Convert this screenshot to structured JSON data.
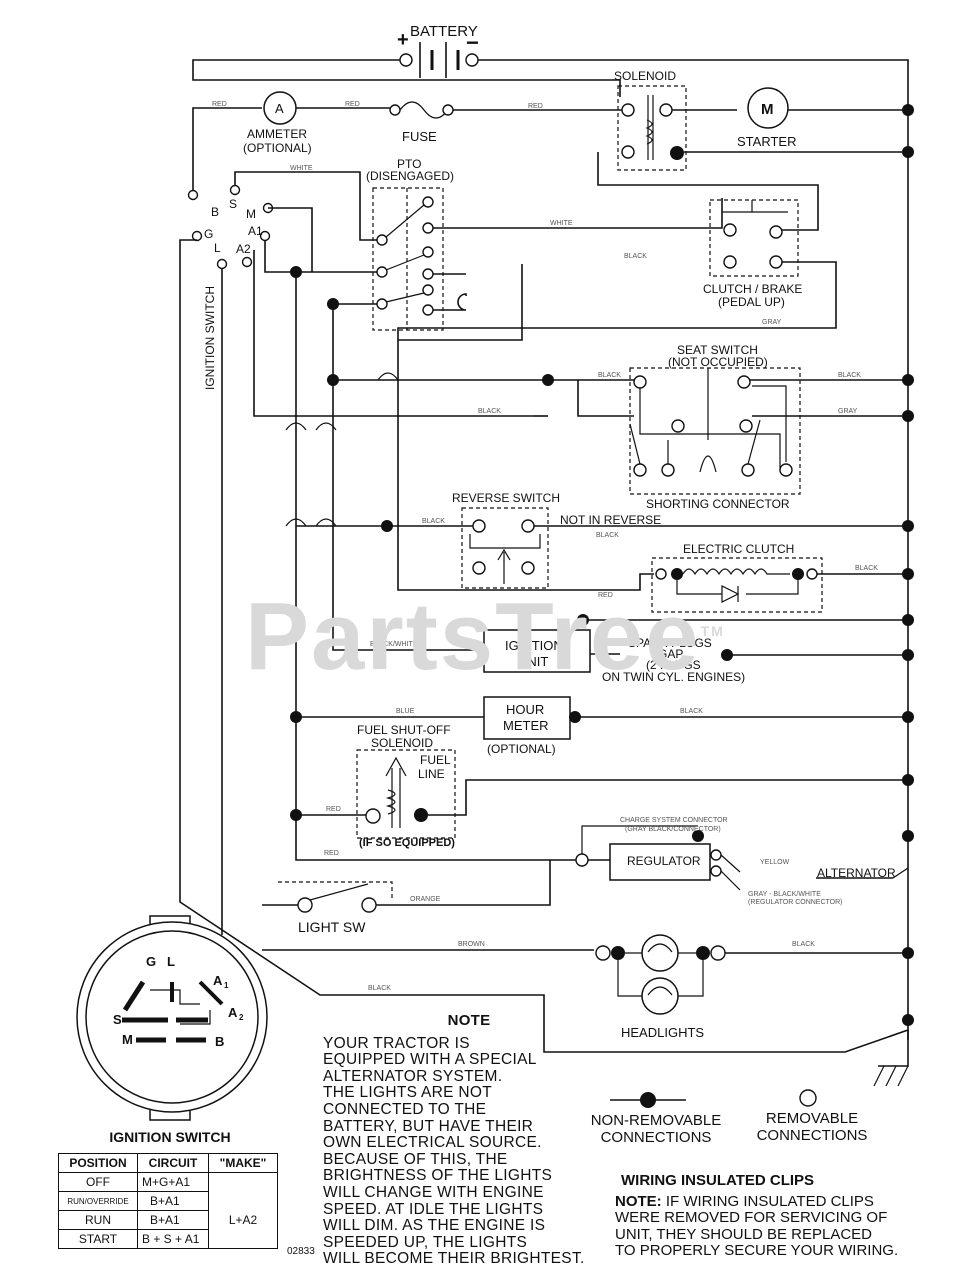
{
  "diagram": {
    "battery": "BATTERY",
    "battery_plus": "+",
    "battery_minus": "−",
    "solenoid": "SOLENOID",
    "ammeter": "AMMETER",
    "ammeter_optional": "(OPTIONAL)",
    "ammeter_symbol": "A",
    "fuse": "FUSE",
    "starter": "STARTER",
    "starter_symbol": "M",
    "pto": "PTO",
    "pto_state": "(DISENGAGED)",
    "ignition_switch_vertical": "IGNITION SWITCH",
    "ign_terms": {
      "b": "B",
      "s": "S",
      "m": "M",
      "a1": "A1",
      "g": "G",
      "l": "L",
      "a2": "A2"
    },
    "clutch_brake": "CLUTCH / BRAKE",
    "clutch_brake_state": "(PEDAL UP)",
    "seat_switch": "SEAT SWITCH",
    "seat_switch_state": "(NOT OCCUPIED)",
    "shorting_connector": "SHORTING CONNECTOR",
    "reverse_switch": "REVERSE SWITCH",
    "not_in_reverse": "NOT IN REVERSE",
    "electric_clutch": "ELECTRIC CLUTCH",
    "ignition_unit_1": "IGNITION",
    "ignition_unit_2": "UNIT",
    "spark_plugs_1": "SPARK PLUGS",
    "spark_plugs_2": "GAP",
    "spark_plugs_3": "(2 PLUGS",
    "spark_plugs_4": "ON TWIN CYL. ENGINES)",
    "hour_meter_1": "HOUR",
    "hour_meter_2": "METER",
    "hour_meter_optional": "(OPTIONAL)",
    "fuel_solenoid_1": "FUEL SHUT-OFF",
    "fuel_solenoid_2": "SOLENOID",
    "fuel_line_1": "FUEL",
    "fuel_line_2": "LINE",
    "if_so_equipped": "(IF SO EQUIPPED)",
    "regulator": "REGULATOR",
    "alternator": "ALTERNATOR",
    "light_sw": "LIGHT SW",
    "headlights": "HEADLIGHTS",
    "watermark": "PartsTree",
    "watermark_tm": "TM"
  },
  "wire_colors": {
    "red": "RED",
    "white": "WHITE",
    "black": "BLACK",
    "gray": "GRAY",
    "blue": "BLUE",
    "yellow": "YELLOW",
    "orange": "ORANGE",
    "brown": "BROWN",
    "black_white": "BLACK/WHITE",
    "charge_note_1": "CHARGE SYSTEM CONNECTOR",
    "charge_note_2": "(GRAY BLACK/CONNECTOR)",
    "gray_note_1": "GRAY - BLACK/WHITE",
    "gray_note_2": "(REGULATOR CONNECTOR)"
  },
  "note": {
    "title": "NOTE",
    "body": "YOUR TRACTOR IS\nEQUIPPED WITH A SPECIAL\nALTERNATOR SYSTEM.\nTHE LIGHTS ARE NOT\nCONNECTED TO THE\nBATTERY, BUT HAVE THEIR\nOWN ELECTRICAL SOURCE.\nBECAUSE OF THIS, THE\nBRIGHTNESS OF THE LIGHTS\nWILL CHANGE WITH ENGINE\nSPEED.  AT IDLE THE LIGHTS\nWILL DIM.  AS THE ENGINE IS\nSPEEDED UP, THE LIGHTS\nWILL BECOME THEIR BRIGHTEST."
  },
  "legend": {
    "non_removable": "NON-REMOVABLE\nCONNECTIONS",
    "removable": "REMOVABLE\nCONNECTIONS"
  },
  "clips": {
    "title": "WIRING INSULATED CLIPS",
    "note_label": "NOTE:",
    "body": " IF WIRING INSULATED CLIPS\nWERE REMOVED FOR SERVICING OF\nUNIT, THEY SHOULD BE REPLACED\nTO PROPERLY SECURE YOUR WIRING."
  },
  "ignition_switch": {
    "title": "IGNITION SWITCH",
    "face": {
      "g": "G",
      "l": "L",
      "a1": "A",
      "a1_sub": "1",
      "a2": "A",
      "a2_sub": "2",
      "s": "S",
      "m": "M",
      "b": "B"
    },
    "headers": [
      "POSITION",
      "CIRCUIT",
      "\"MAKE\""
    ],
    "rows": [
      {
        "position": "OFF",
        "circuit": "M+G+A1",
        "make": ""
      },
      {
        "position": "RUN/OVERRIDE",
        "circuit": "B+A1",
        "make": ""
      },
      {
        "position": "RUN",
        "circuit": "B+A1",
        "make": "L+A2"
      },
      {
        "position": "START",
        "circuit": "B + S + A1",
        "make": ""
      }
    ]
  },
  "diagram_code": "02833"
}
